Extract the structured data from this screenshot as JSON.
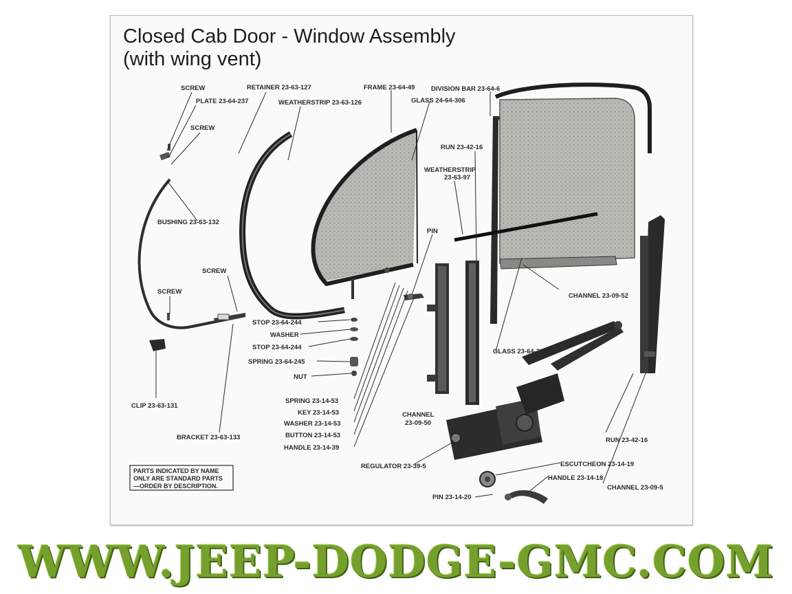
{
  "diagram": {
    "title_line1": "Closed Cab Door - Window Assembly",
    "title_line2": "(with wing vent)",
    "note_lines": [
      "PARTS INDICATED BY NAME",
      "ONLY ARE STANDARD PARTS",
      "—ORDER BY DESCRIPTION."
    ],
    "labels": {
      "screw_top": "SCREW",
      "plate": "PLATE 23-64-237",
      "screw_upper": "SCREW",
      "retainer": "RETAINER 23-63-127",
      "weatherstrip_126": "WEATHERSTRIP 23-63-126",
      "frame": "FRAME 23-64-49",
      "glass_306": "GLASS 24-64-306",
      "division_bar": "DIVISION BAR 23-64-6",
      "run_top": "RUN 23-42-16",
      "weatherstrip_97_a": "WEATHERSTRIP",
      "weatherstrip_97_b": "23-63-97",
      "pin": "PIN",
      "bushing": "BUSHING 23-63-132",
      "screw_mid": "SCREW",
      "screw_left": "SCREW",
      "channel_52": "CHANNEL 23-09-52",
      "stop_a": "STOP 23-64-244",
      "washer": "WASHER",
      "stop_b": "STOP 23-64-244",
      "spring_245": "SPRING 23-64-245",
      "nut": "NUT",
      "glass_308": "GLASS 23-64-308",
      "clip": "CLIP 23-63-131",
      "spring_53": "SPRING 23-14-53",
      "key_53": "KEY 23-14-53",
      "washer_53": "WASHER 23-14-53",
      "button_53": "BUTTON 23-14-53",
      "handle_39": "HANDLE 23-14-39",
      "channel_50_a": "CHANNEL",
      "channel_50_b": "23-09-50",
      "bracket": "BRACKET 23-63-133",
      "run_bottom": "RUN 23-42-16",
      "regulator": "REGULATOR 23-39-5",
      "escutcheon": "ESCUTCHEON 23-14-19",
      "handle_18": "HANDLE 23-14-18",
      "channel_5": "CHANNEL 23-09-5",
      "pin_20": "PIN 23-14-20"
    }
  },
  "footer": {
    "site_url": "WWW.JEEP-DODGE-GMC.COM"
  },
  "colors": {
    "url_green": "#76a02d",
    "glass_gray": "#b8b8b3",
    "part_dark": "#2b2b2b"
  }
}
